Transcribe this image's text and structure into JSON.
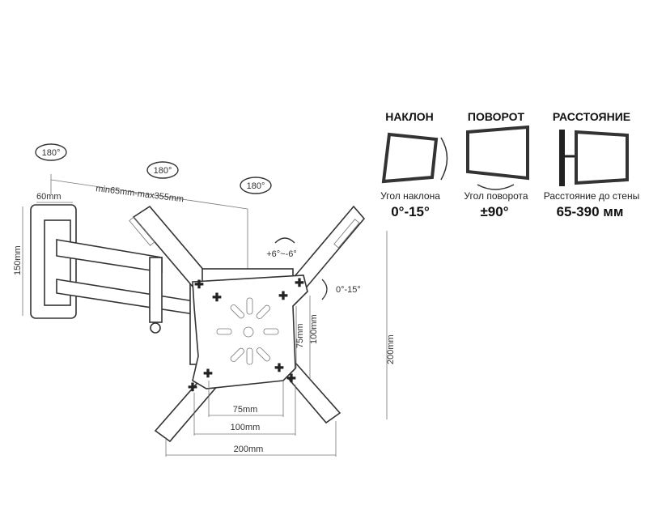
{
  "features": [
    {
      "title": "НАКЛОН",
      "caption": "Угол наклона",
      "value": "0°-15°"
    },
    {
      "title": "ПОВОРОТ",
      "caption": "Угол поворота",
      "value": "±90°"
    },
    {
      "title": "РАССТОЯНИЕ",
      "caption": "Расстояние до стены",
      "value": "65-390 мм"
    }
  ],
  "swivel_labels": [
    "180°",
    "180°",
    "180°"
  ],
  "dimensions": {
    "arm_extension": "min65mm-max355mm",
    "wall_plate_width": "60mm",
    "wall_plate_height": "150mm",
    "level_adjust": "+6°~-6°",
    "tilt": "0°-15°",
    "vesa_v_75": "75mm",
    "vesa_v_100": "100mm",
    "vesa_v_200": "200mm",
    "vesa_h_75": "75mm",
    "vesa_h_100": "100mm",
    "vesa_h_200": "200mm"
  }
}
